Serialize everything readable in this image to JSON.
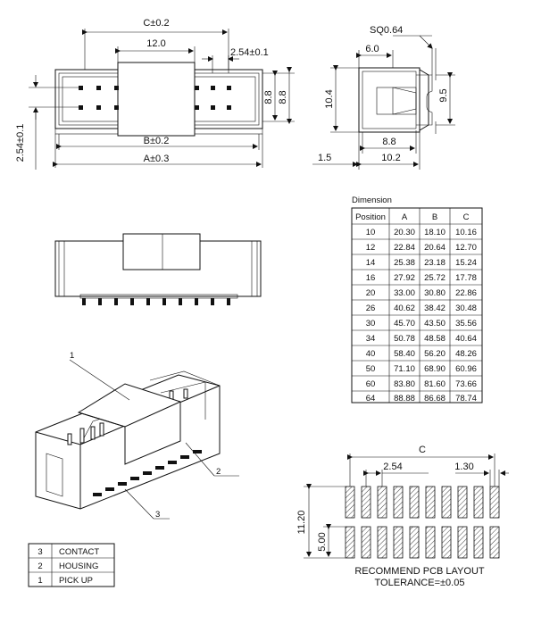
{
  "top_view": {
    "dim_c": "C±0.2",
    "dim_pickup": "12.0",
    "dim_pitch": "2.54±0.1",
    "dim_b": "B±0.2",
    "dim_a": "A±0.3",
    "dim_left_pitch": "2.54±0.1",
    "dim_h1": "8.8",
    "dim_h2": "8.8"
  },
  "side_view": {
    "dim_sq": "SQ0.64",
    "dim_6": "6.0",
    "dim_104": "10.4",
    "dim_95": "9.5",
    "dim_88": "8.8",
    "dim_15": "1.5",
    "dim_102": "10.2"
  },
  "dimension_table": {
    "title": "Dimension",
    "headers": [
      "Position",
      "A",
      "B",
      "C"
    ],
    "rows": [
      [
        "10",
        "20.30",
        "18.10",
        "10.16"
      ],
      [
        "12",
        "22.84",
        "20.64",
        "12.70"
      ],
      [
        "14",
        "25.38",
        "23.18",
        "15.24"
      ],
      [
        "16",
        "27.92",
        "25.72",
        "17.78"
      ],
      [
        "20",
        "33.00",
        "30.80",
        "22.86"
      ],
      [
        "26",
        "40.62",
        "38.42",
        "30.48"
      ],
      [
        "30",
        "45.70",
        "43.50",
        "35.56"
      ],
      [
        "34",
        "50.78",
        "48.58",
        "40.64"
      ],
      [
        "40",
        "58.40",
        "56.20",
        "48.26"
      ],
      [
        "50",
        "71.10",
        "68.90",
        "60.96"
      ],
      [
        "60",
        "83.80",
        "81.60",
        "73.66"
      ],
      [
        "64",
        "88.88",
        "86.68",
        "78.74"
      ]
    ]
  },
  "iso_callouts": [
    "1",
    "2",
    "3"
  ],
  "parts_list": [
    {
      "no": "3",
      "name": "CONTACT"
    },
    {
      "no": "2",
      "name": "HOUSING"
    },
    {
      "no": "1",
      "name": "PICK UP"
    }
  ],
  "pcb_layout": {
    "dim_c": "C",
    "dim_pitch": "2.54",
    "dim_width": "1.30",
    "dim_height": "11.20",
    "dim_pad": "5.00",
    "caption1": "RECOMMEND PCB LAYOUT",
    "caption2": "TOLERANCE=±0.05"
  }
}
